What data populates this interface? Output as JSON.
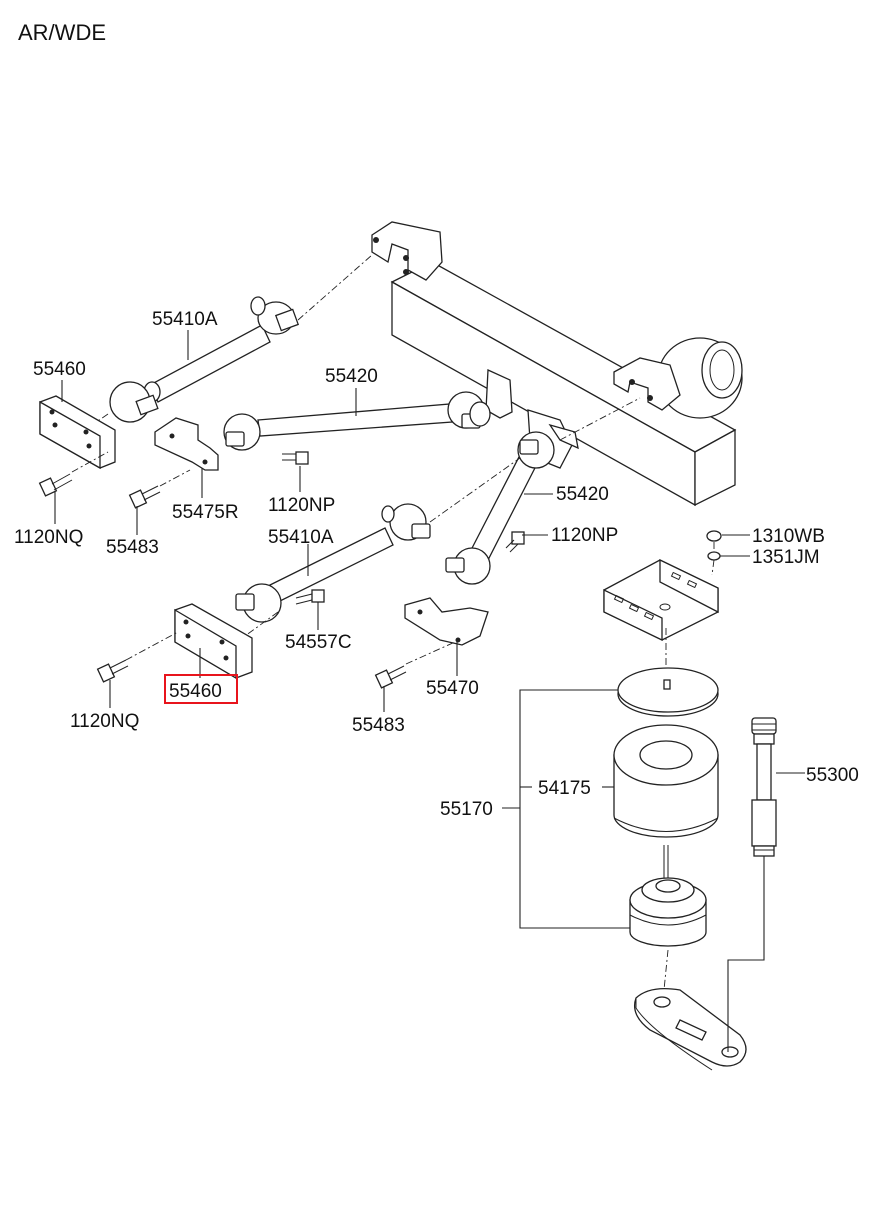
{
  "header": {
    "title": "AR/WDE"
  },
  "labels": {
    "p55410A_top": "55410A",
    "p55460_top": "55460",
    "p55420_mid": "55420",
    "p1120NQ_top": "1120NQ",
    "p55483_top": "55483",
    "p55475R": "55475R",
    "p1120NP_mid": "1120NP",
    "p55420_right": "55420",
    "p55410A_low": "55410A",
    "p1120NP_right": "1120NP",
    "p1310WB": "1310WB",
    "p1351JM": "1351JM",
    "p54557C": "54557C",
    "p55460_low": "55460",
    "p1120NQ_low": "1120NQ",
    "p55470": "55470",
    "p55483_low": "55483",
    "p54175": "54175",
    "p55300": "55300",
    "p55170": "55170"
  },
  "highlight": {
    "part": "55460",
    "color": "#e8141c"
  }
}
